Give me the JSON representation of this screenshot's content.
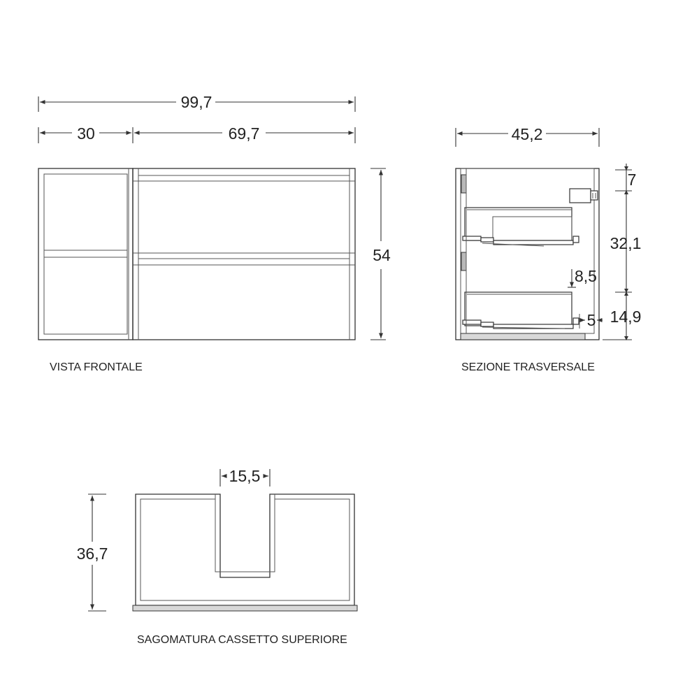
{
  "front_view": {
    "label": "VISTA FRONTALE",
    "dim_total_width": "99,7",
    "dim_left_width": "30",
    "dim_right_width": "69,7",
    "dim_height": "54"
  },
  "section_view": {
    "label": "SEZIONE TRASVERSALE",
    "dim_depth": "45,2",
    "dim_top": "7",
    "dim_middle": "32,1",
    "dim_bottom": "14,9",
    "dim_inner_upper": "8,5",
    "dim_inner_lower": "5"
  },
  "drawer_profile": {
    "label": "SAGOMATURA CASSETTO SUPERIORE",
    "dim_cutout_width": "15,5",
    "dim_depth": "36,7"
  },
  "colors": {
    "line": "#333333",
    "panel_gray": "#b8b8b8"
  }
}
